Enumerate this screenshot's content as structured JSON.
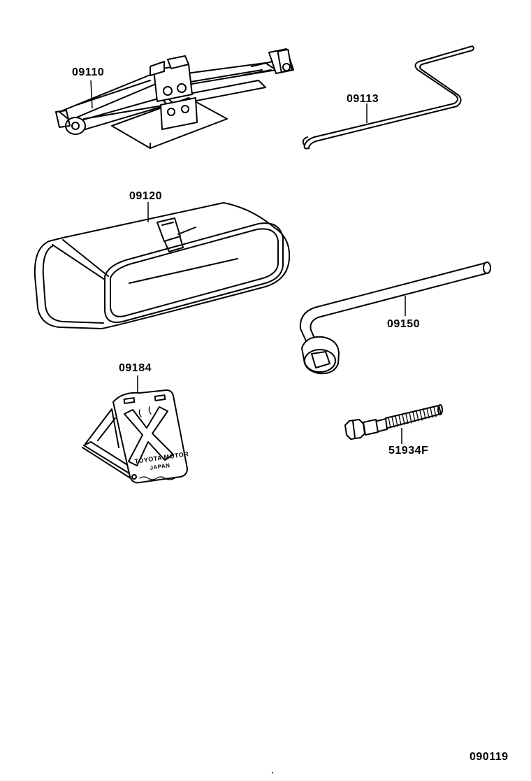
{
  "diagram_id": "090119",
  "parts": [
    {
      "number": "09110",
      "name": "jack"
    },
    {
      "number": "09113",
      "name": "jack-handle"
    },
    {
      "number": "09120",
      "name": "tool-bag"
    },
    {
      "number": "09150",
      "name": "lug-wrench"
    },
    {
      "number": "09184",
      "name": "wheel-chock"
    },
    {
      "number": "51934F",
      "name": "spare-tire-bolt"
    }
  ],
  "chock_marking": {
    "line1": "TOYOTA MOTOR",
    "line2": "JAPAN"
  }
}
